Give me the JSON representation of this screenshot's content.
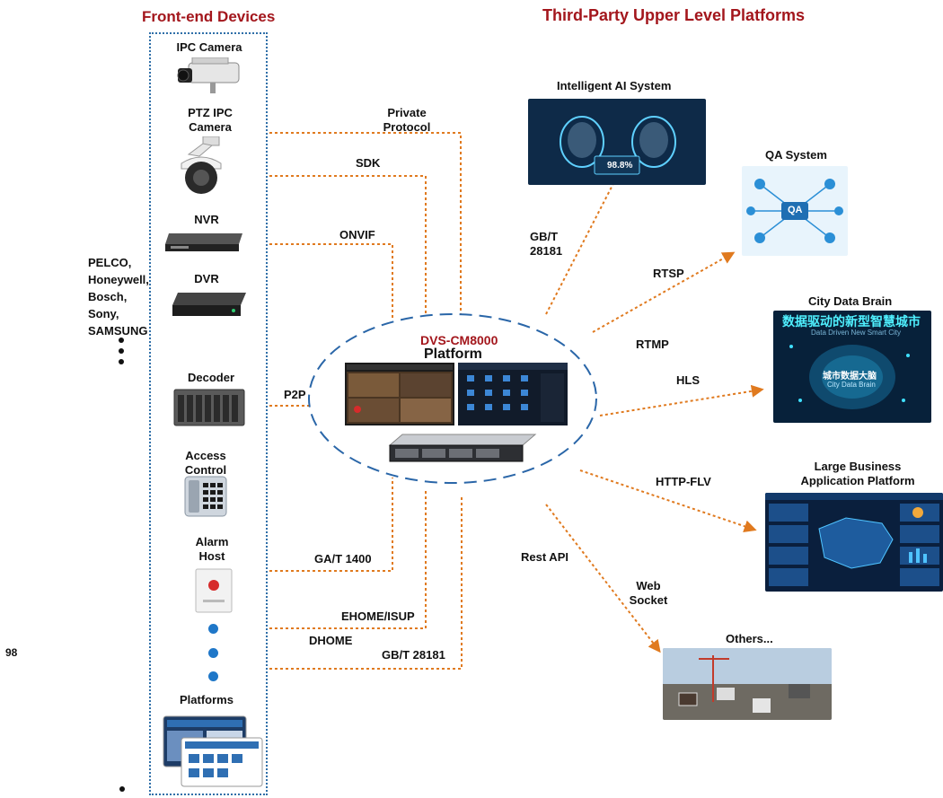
{
  "headers": {
    "left": "Front-end Devices",
    "right": "Third-Party Upper Level Platforms"
  },
  "devices": [
    {
      "label": "IPC Camera"
    },
    {
      "label": "PTZ IPC Camera"
    },
    {
      "label": "NVR"
    },
    {
      "label": "DVR"
    },
    {
      "label": "Decoder"
    },
    {
      "label": "Access Control"
    },
    {
      "label": "Alarm Host"
    },
    {
      "label": "Platforms"
    }
  ],
  "vendors": [
    "PELCO,",
    "Honeywell,",
    "Bosch,",
    "Sony,",
    "SAMSUNG"
  ],
  "left_protocols": {
    "private": "Private Protocol",
    "sdk": "SDK",
    "onvif": "ONVIF",
    "p2p": "P2P",
    "ga": "GA/T 1400",
    "ehome": "EHOME/ISUP",
    "dhome": "DHOME",
    "gb": "GB/T 28181"
  },
  "center": {
    "title1": "DVS-CM8000",
    "title2": "Platform"
  },
  "right_protocols": {
    "gb": "GB/T 28181",
    "rtsp": "RTSP",
    "rtmp": "RTMP",
    "hls": "HLS",
    "httpflv": "HTTP-FLV",
    "rest": "Rest API",
    "ws": "Web Socket"
  },
  "targets": {
    "ai": {
      "label": "Intelligent AI System",
      "score": "98.8%"
    },
    "qa": {
      "label": "QA System",
      "badge": "QA"
    },
    "brain": {
      "label": "City Data Brain",
      "cn_title": "数据驱动的新型智慧城市",
      "en_sub": "Data Driven New Smart City",
      "cn_center": "城市数据大脑",
      "en_center": "City Data Brain"
    },
    "biz": {
      "label": "Large Business Application Platform"
    },
    "others": {
      "label": "Others..."
    }
  },
  "edge_fragments": {
    "num": "98"
  },
  "colors": {
    "accent_red": "#a3161c",
    "line_orange": "#e07a1f",
    "ellipse_blue": "#2a66a8",
    "box_blue": "#2f6fa8",
    "dot_blue": "#1f77c8"
  }
}
